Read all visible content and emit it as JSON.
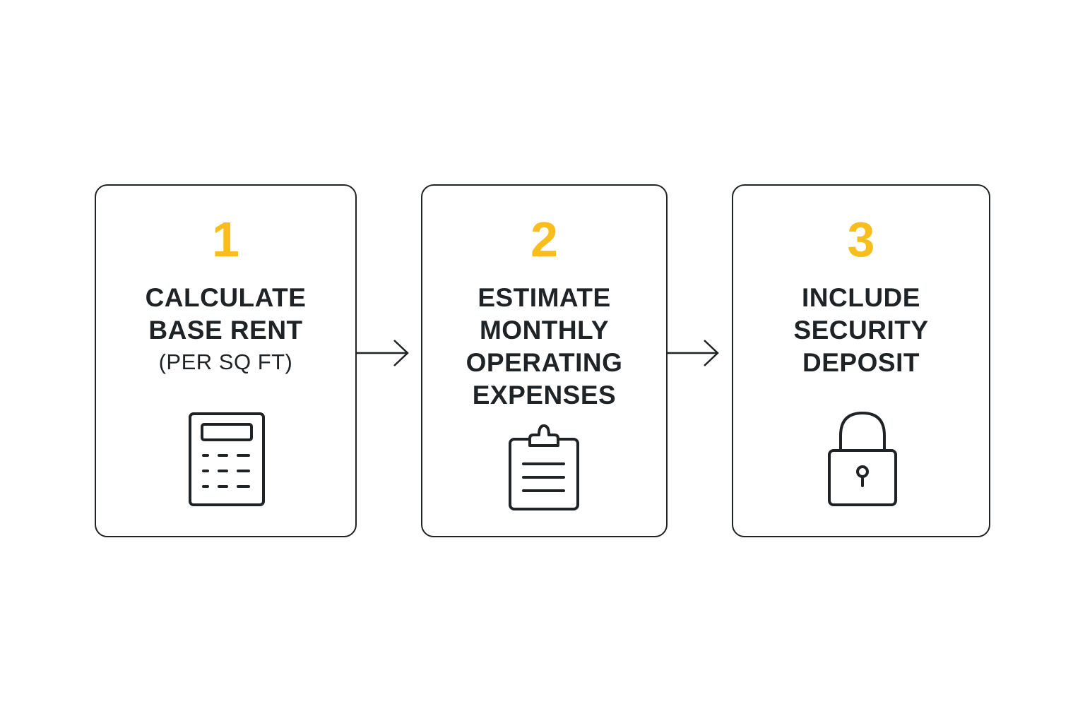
{
  "steps": [
    {
      "number": "1",
      "lines": [
        "CALCULATE",
        "BASE RENT"
      ],
      "sub": "(PER SQ FT)",
      "icon": "calculator-icon"
    },
    {
      "number": "2",
      "lines": [
        "ESTIMATE",
        "MONTHLY",
        "OPERATING",
        "EXPENSES"
      ],
      "icon": "clipboard-icon"
    },
    {
      "number": "3",
      "lines": [
        "INCLUDE",
        "SECURITY",
        "DEPOSIT"
      ],
      "icon": "padlock-icon"
    }
  ],
  "colors": {
    "accent": "#f7be1d",
    "ink": "#1f2326",
    "background": "#ffffff"
  }
}
